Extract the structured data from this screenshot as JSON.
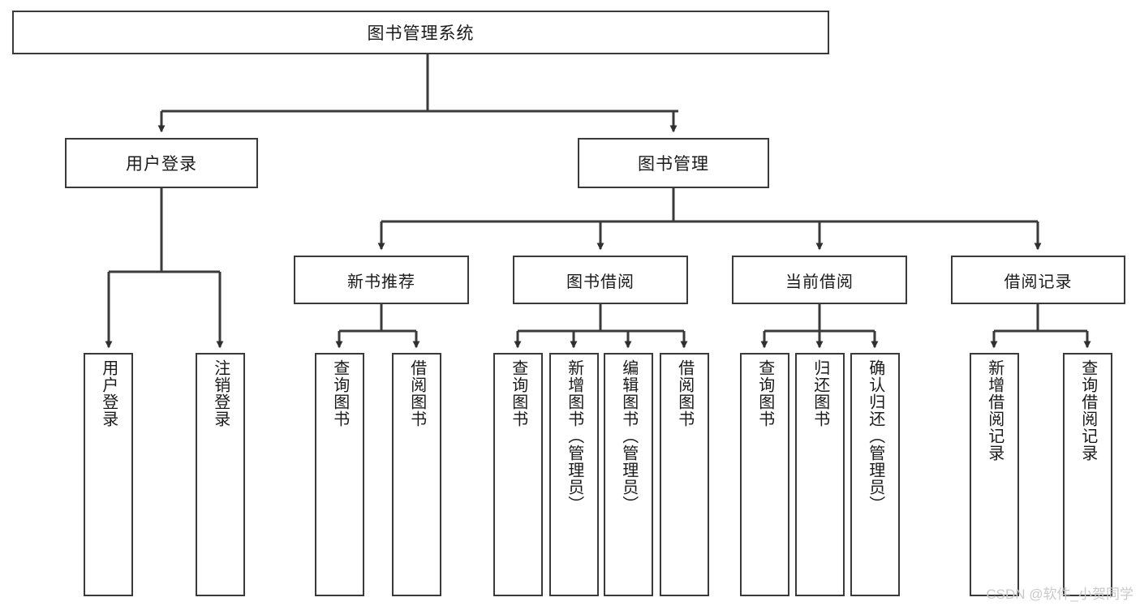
{
  "diagram": {
    "title": "图书管理系统",
    "watermark": "CSDN @软件_小贺同学",
    "colors": {
      "stroke": "#3a3a3a",
      "background": "#ffffff",
      "text": "#1a1a1a",
      "watermark": "#c9c9c9"
    },
    "root": {
      "label": "图书管理系统"
    },
    "level2": [
      {
        "label": "用户登录"
      },
      {
        "label": "图书管理"
      }
    ],
    "level3": [
      {
        "label": "新书推荐"
      },
      {
        "label": "图书借阅"
      },
      {
        "label": "当前借阅"
      },
      {
        "label": "借阅记录"
      }
    ],
    "leaves": {
      "user_login": [
        {
          "label": "用户登录"
        },
        {
          "label": "注销登录"
        }
      ],
      "new_book": [
        {
          "label": "查询图书"
        },
        {
          "label": "借阅图书"
        }
      ],
      "book_borrow": [
        {
          "label": "查询图书"
        },
        {
          "label": "新增图书（管理员）"
        },
        {
          "label": "编辑图书（管理员）"
        },
        {
          "label": "借阅图书"
        }
      ],
      "current_borrow": [
        {
          "label": "查询图书"
        },
        {
          "label": "归还图书"
        },
        {
          "label": "确认归还（管理员）"
        }
      ],
      "borrow_record": [
        {
          "label": "新增借阅记录"
        },
        {
          "label": "查询借阅记录"
        }
      ]
    }
  }
}
